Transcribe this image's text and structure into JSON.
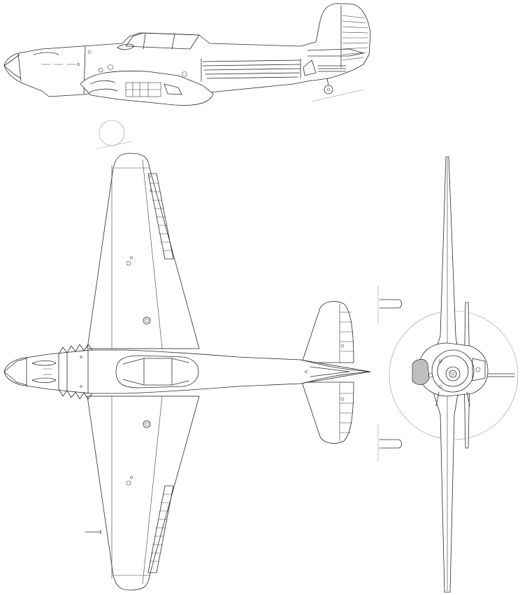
{
  "drawing": {
    "views": [
      "side-view",
      "top-view",
      "front-view"
    ],
    "line_color": "#2a2a2a",
    "faint_line_color": "#9a9a9a",
    "shade_color": "#bfbfbf",
    "background": "#ffffff"
  }
}
